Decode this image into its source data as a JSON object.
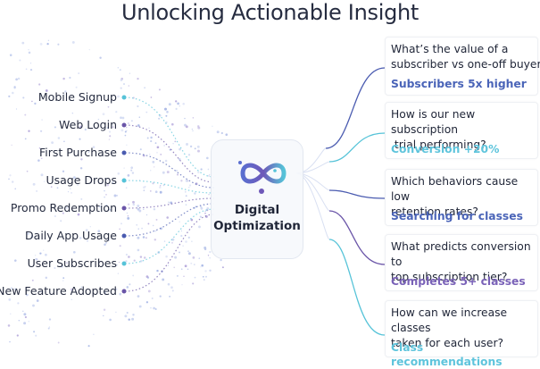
{
  "title": "Unlocking Actionable Insight",
  "inputs": [
    {
      "label": "Mobile Signup",
      "color": "#56c3d8"
    },
    {
      "label": "Web Login",
      "color": "#6a55a8"
    },
    {
      "label": "First Purchase",
      "color": "#4a5bb0"
    },
    {
      "label": "Usage Drops",
      "color": "#56c3d8"
    },
    {
      "label": "Promo Redemption",
      "color": "#6a55a8"
    },
    {
      "label": "Daily App Usage",
      "color": "#4a5bb0"
    },
    {
      "label": "User Subscribes",
      "color": "#56c3d8"
    },
    {
      "label": "New Feature Adopted",
      "color": "#6a55a8"
    }
  ],
  "hub": {
    "icon": "infinity-icon",
    "title_line1": "Digital",
    "title_line2": "Optimization"
  },
  "insights": [
    {
      "question_line1": "What’s the value of a",
      "question_line2": "subscriber vs one-off buyer?",
      "answer": "Subscribers 5x higher",
      "color": "#4a64b8"
    },
    {
      "question_line1": "How is our new subscription",
      "question_line2": " trial performing?",
      "answer": "Conversion +20%",
      "color": "#5ec4dc"
    },
    {
      "question_line1": "Which behaviors cause low",
      "question_line2": "retention rates?",
      "answer": "Searching for classes",
      "color": "#4a64b8"
    },
    {
      "question_line1": "What predicts conversion to",
      "question_line2": "top subscription tier?",
      "answer": "Completes 5+ classes",
      "color": "#7a62b8"
    },
    {
      "question_line1": "How can we increase classes",
      "question_line2": "taken for each user?",
      "answer": "Class recommendations",
      "color": "#5ec4dc"
    }
  ]
}
